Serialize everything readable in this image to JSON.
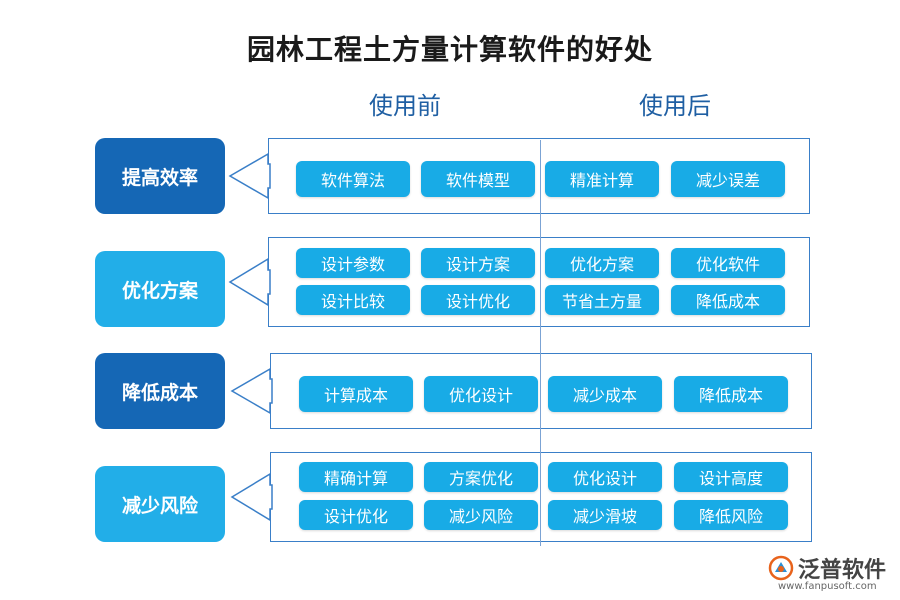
{
  "title": "园林工程土方量计算软件的好处",
  "columns": {
    "before": "使用前",
    "after": "使用后"
  },
  "rows": [
    {
      "category": "提高效率",
      "before": [
        "软件算法",
        "软件模型"
      ],
      "after": [
        "精准计算",
        "减少误差"
      ]
    },
    {
      "category": "优化方案",
      "before": [
        "设计参数",
        "设计方案",
        "设计比较",
        "设计优化"
      ],
      "after": [
        "优化方案",
        "优化软件",
        "节省土方量",
        "降低成本"
      ]
    },
    {
      "category": "降低成本",
      "before": [
        "计算成本",
        "优化设计"
      ],
      "after": [
        "减少成本",
        "降低成本"
      ]
    },
    {
      "category": "减少风险",
      "before": [
        "精确计算",
        "方案优化",
        "设计优化",
        "减少风险"
      ],
      "after": [
        "优化设计",
        "设计高度",
        "减少滑坡",
        "降低风险"
      ]
    }
  ],
  "logo": {
    "name": "泛普软件",
    "url": "www.fanpusoft.com"
  },
  "colors": {
    "dark_blue": "#1567b5",
    "light_blue": "#22aee8",
    "chip": "#18abe6",
    "border": "#3a7fc8"
  }
}
